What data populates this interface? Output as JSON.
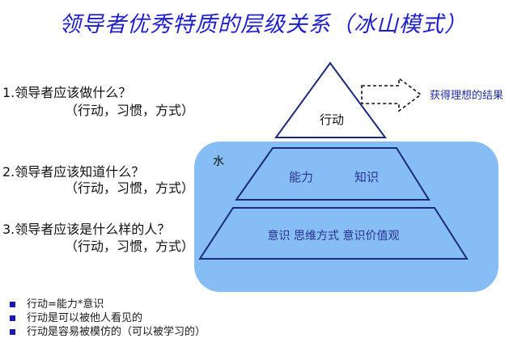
{
  "title": "领导者优秀特质的层级关系（冰山模式）",
  "questions": [
    {
      "q": "1.领导者应该做什么？",
      "sub": "（行动，习惯，方式）"
    },
    {
      "q": "2.领导者应该知道什么？",
      "sub": "（行动，习惯，方式）"
    },
    {
      "q": "3.领导者应该是什么样的人？",
      "sub": "（行动，习惯，方式）"
    }
  ],
  "diagram": {
    "water_label": "水",
    "top_label": "行动",
    "middle_labels": [
      "能力",
      "知识"
    ],
    "bottom_label": "意识 思维方式 意识价值观",
    "arrow_label": "获得理想的结果",
    "colors": {
      "water": "#87bdf5",
      "outline": "#1b2a7a",
      "arrow_text": "#1f2fa0"
    }
  },
  "bullets": [
    "行动=能力*意识",
    "行动是可以被他人看见的",
    "行动是容易被模仿的（可以被学习的）"
  ]
}
